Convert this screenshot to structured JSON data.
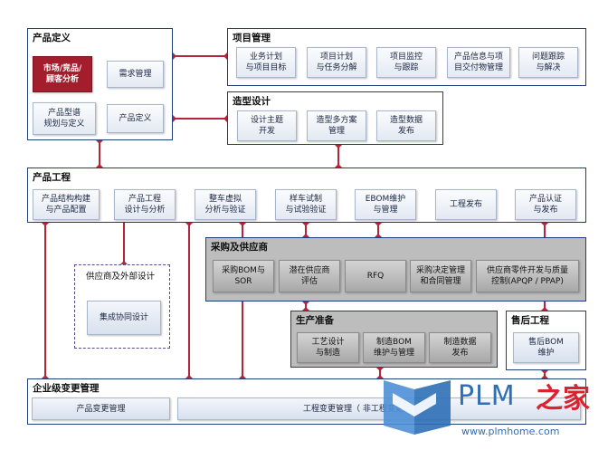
{
  "sections": {
    "product_definition": {
      "title": "产品定义",
      "market_analysis": "市场/竞品/\n顾客分析",
      "requirements_mgmt": "需求管理",
      "product_lineup": "产品型谱\n规划与定义",
      "product_definition_box": "产品定义"
    },
    "project_management": {
      "title": "项目管理",
      "items": [
        "业务计划\n与项目目标",
        "项目计划\n与任务分解",
        "项目监控\n与跟踪",
        "产品信息与项\n目交付物管理",
        "问题跟踪\n与解决"
      ]
    },
    "styling_design": {
      "title": "造型设计",
      "items": [
        "设计主题\n开发",
        "造型多方案\n管理",
        "造型数据\n发布"
      ]
    },
    "product_engineering": {
      "title": "产品工程",
      "items": [
        "产品结构构建\n与产品配置",
        "产品工程\n设计与分析",
        "整车虚拟\n分析与验证",
        "样车试制\n与试验验证",
        "EBOM维护\n与管理",
        "工程发布",
        "产品认证\n与发布"
      ]
    },
    "supplier_external": {
      "title": "供应商及外部设计",
      "item": "集成协同设计"
    },
    "procurement": {
      "title": "采购及供应商",
      "items": [
        "采购BOM与\nSOR",
        "潜在供应商\n评估",
        "RFQ",
        "采购决定管理\n和合同管理",
        "供应商零件开发与质量\n控制(APQP / PPAP)"
      ]
    },
    "production_prep": {
      "title": "生产准备",
      "items": [
        "工艺设计\n与制造",
        "制造BOM\n维护与管理",
        "制造数据\n发布"
      ]
    },
    "after_sales": {
      "title": "售后工程",
      "item": "售后BOM\n维护"
    },
    "change_mgmt": {
      "title": "企业级变更管理",
      "product_change": "产品变更管理",
      "engineering_change": "工程变更管理（ 非工程变更 ..."
    }
  },
  "logo": {
    "brand": "PLM",
    "brand_zh": "之家",
    "url": "www.plmhome.com"
  },
  "colors": {
    "border": "#1f3e7a",
    "connector": "#b5253a",
    "accent_red": "#a31d2c",
    "logo_blue": "#2e6fb7",
    "logo_red": "#d9232f"
  }
}
